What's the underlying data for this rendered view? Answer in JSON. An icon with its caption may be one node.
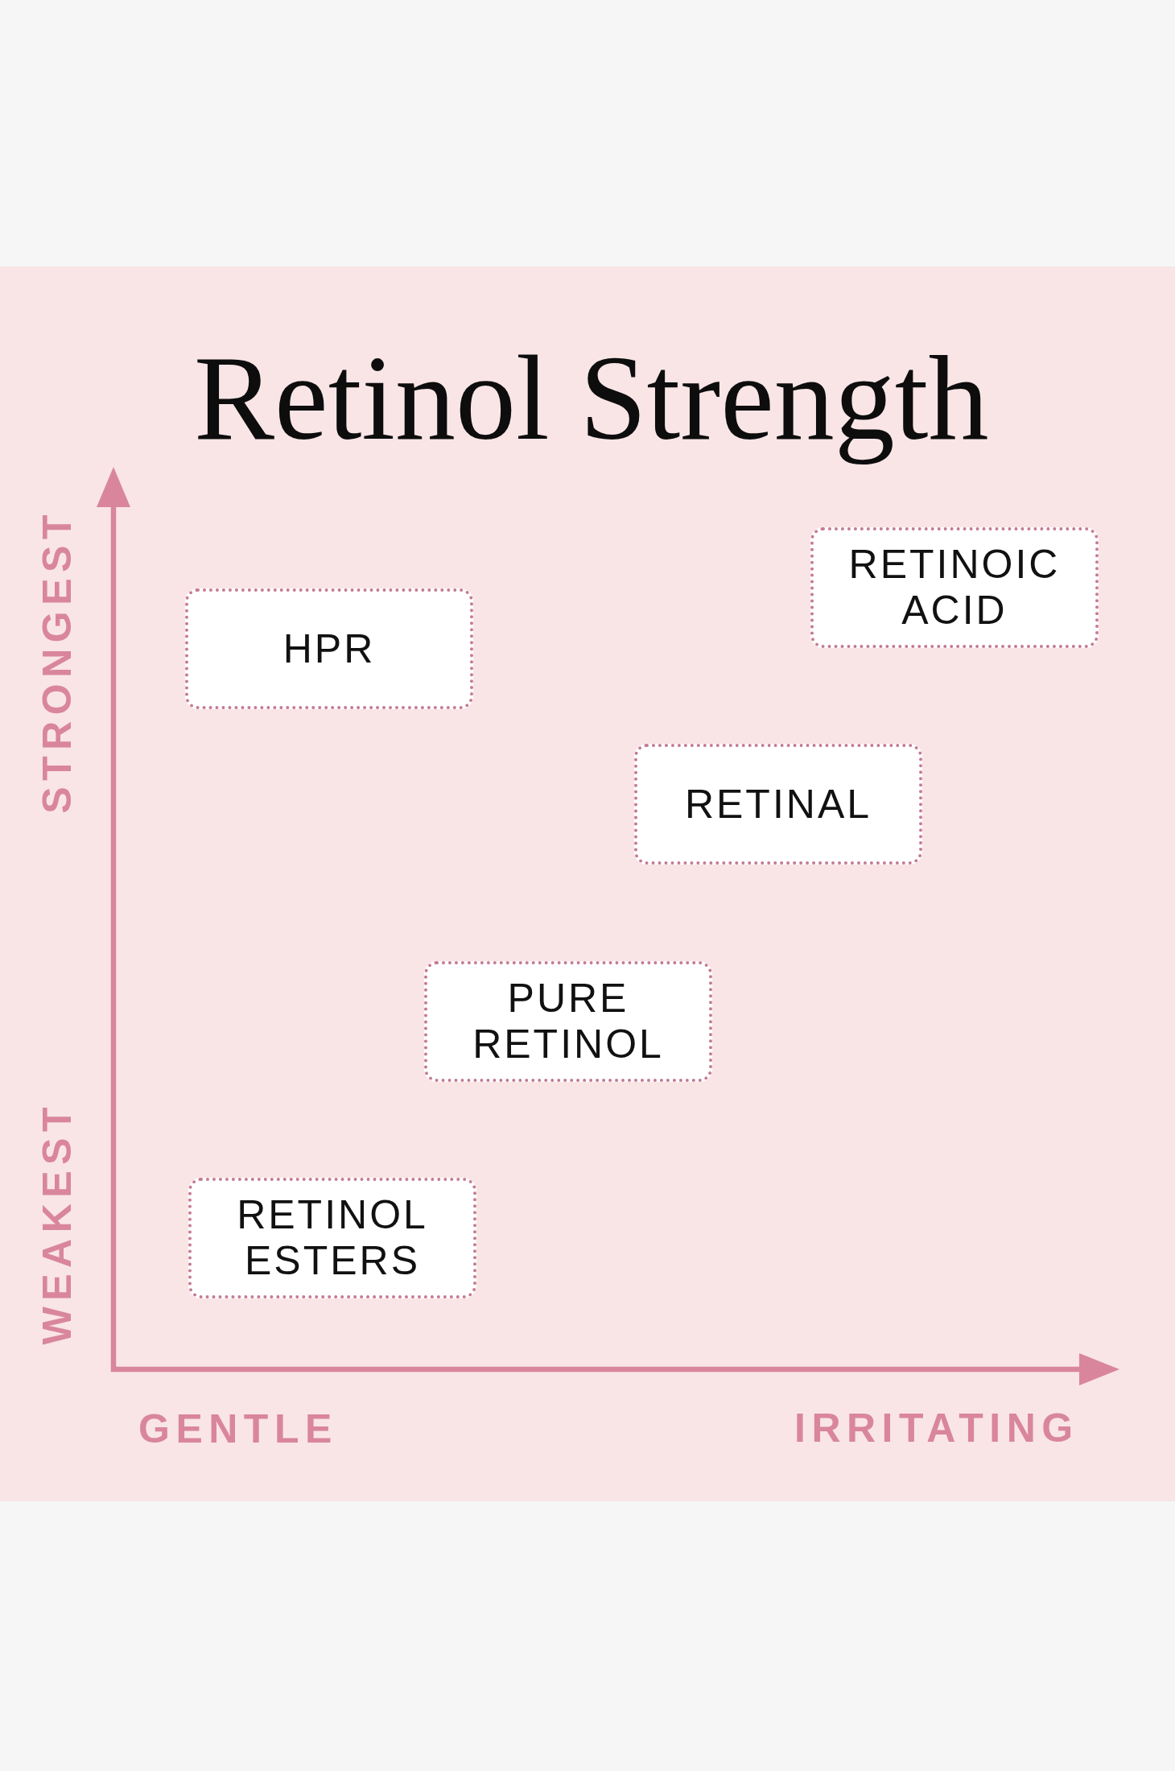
{
  "diagram": {
    "title": "Retinol Strength",
    "nodes": [
      {
        "text": [
          "HPR"
        ]
      },
      {
        "text": [
          "RETINOIC ACID"
        ]
      },
      {
        "text": [
          "RETINAL"
        ]
      },
      {
        "text": [
          "PURE RETINOL"
        ]
      },
      {
        "text": [
          "RETINOL ESTERS"
        ]
      }
    ],
    "labels": [
      "STRONGEST",
      "WEAKEST",
      "GENTLE",
      "IRRITATING"
    ]
  }
}
